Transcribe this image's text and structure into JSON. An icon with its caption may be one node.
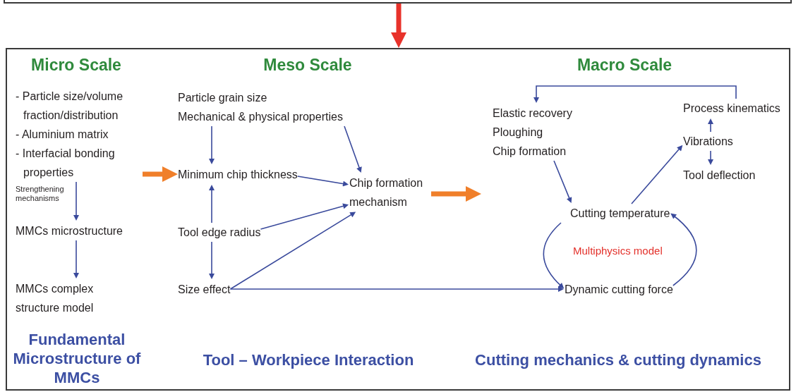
{
  "diagram": {
    "nodes": [
      {
        "text": [],
        "shape": "box"
      },
      {
        "text": [],
        "shape": "box"
      },
      {
        "text": [
          "- Particle size/volume fraction/distribution",
          "- Aluminium matrix",
          "- Interfacial bonding properties"
        ],
        "in": 1
      },
      {
        "text": [
          "MMCs microstructure"
        ],
        "in": 1
      },
      {
        "text": [
          "MMCs complex structure model"
        ],
        "in": 1
      },
      {
        "text": [
          "Particle grain size",
          "Mechanical & physical properties"
        ],
        "in": 1
      },
      {
        "text": [
          "Minimum chip thickness"
        ],
        "in": 1
      },
      {
        "text": [
          "Tool edge radius"
        ],
        "in": 1
      },
      {
        "text": [
          "Size effect"
        ],
        "in": 1
      },
      {
        "text": [
          "Chip formation mechanism"
        ],
        "in": 1
      },
      {
        "text": [
          "Elastic recovery",
          "Ploughing",
          "Chip formation"
        ],
        "in": 1
      },
      {
        "text": [
          "Process kinematics"
        ],
        "in": 1
      },
      {
        "text": [
          "Vibrations"
        ],
        "in": 1
      },
      {
        "text": [
          "Tool deflection"
        ],
        "in": 1
      },
      {
        "text": [
          "Cutting temperature"
        ],
        "in": 1
      },
      {
        "text": [
          "Dynamic cutting force"
        ],
        "in": 1
      }
    ],
    "edges": [
      {
        "from": 0,
        "to": 1,
        "arrow": "to",
        "style": "thick",
        "color": "#e8322b"
      },
      {
        "from": 2,
        "to": 3,
        "arrow": "to",
        "label": "Strengthening mechanisms"
      },
      {
        "from": 3,
        "to": 4,
        "arrow": "to"
      },
      {
        "from": 2,
        "to": 6,
        "arrow": "to",
        "style": "thick",
        "color": "#f07f2a"
      },
      {
        "from": 5,
        "to": 6,
        "arrow": "to"
      },
      {
        "from": 5,
        "to": 9,
        "arrow": "to"
      },
      {
        "from": 6,
        "to": 9,
        "arrow": "to"
      },
      {
        "from": 7,
        "to": 6,
        "arrow": "to"
      },
      {
        "from": 7,
        "to": 9,
        "arrow": "to"
      },
      {
        "from": 7,
        "to": 8,
        "arrow": "to"
      },
      {
        "from": 8,
        "to": 9,
        "arrow": "to"
      },
      {
        "from": 8,
        "to": 15,
        "arrow": "to"
      },
      {
        "from": 10,
        "to": 14,
        "arrow": "to"
      },
      {
        "from": 14,
        "to": 12,
        "arrow": "to"
      },
      {
        "from": 12,
        "to": 11,
        "arrow": "to"
      },
      {
        "from": 12,
        "to": 13,
        "arrow": "to"
      },
      {
        "from": 11,
        "to": 10,
        "arrow": "to"
      },
      {
        "from": 14,
        "to": 15,
        "arrow": "to"
      },
      {
        "from": 15,
        "to": 14,
        "arrow": "to"
      },
      {
        "from": 9,
        "to": null,
        "arrow": "to",
        "style": "thick",
        "color": "#f07f2a"
      }
    ],
    "labels": [
      "Micro Scale",
      "Meso Scale",
      "Macro Scale",
      "Multiphysics model",
      "Fundamental Microstructure of MMCs",
      "Tool – Workpiece Interaction",
      "Cutting mechanics & cutting dynamics"
    ]
  }
}
